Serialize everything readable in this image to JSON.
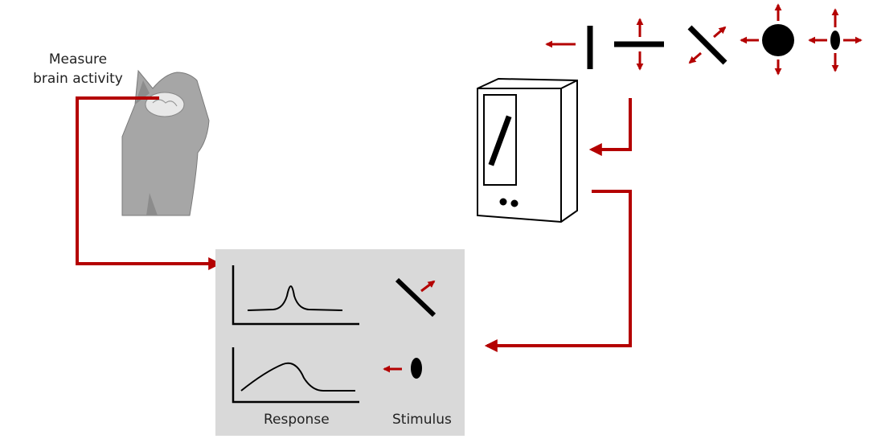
{
  "labels": {
    "measure_line1": "Measure",
    "measure_line2": "brain activity",
    "response": "Response",
    "stimulus": "Stimulus"
  },
  "colors": {
    "arrow": "#b40000",
    "panel": "#d9d9d9",
    "cat": "#a6a6a6",
    "ink": "#000000"
  },
  "icons": [
    "cat-head",
    "stimulus-monitor",
    "oriented-bar",
    "moving-disk",
    "moving-ellipse"
  ]
}
